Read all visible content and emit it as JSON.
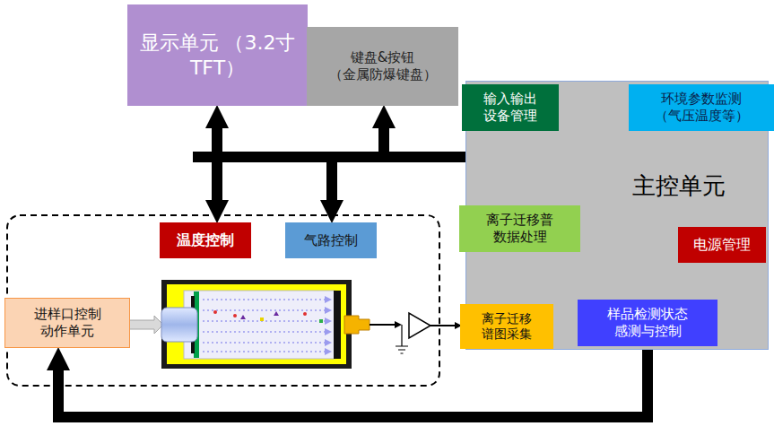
{
  "diagram": {
    "nodes": [
      {
        "text": [
          "显示单元 （3.2寸 TFT）"
        ]
      },
      {
        "text": [
          "键盘&按钮 （金属防爆键盘）"
        ]
      },
      {
        "text": [
          "主控单元"
        ]
      },
      {
        "text": [
          "输入输出 设备管理"
        ],
        "in": 2
      },
      {
        "text": [
          "环境参数监测 （气压温度等）"
        ],
        "in": 2
      },
      {
        "text": [
          "离子迁移普 数据处理"
        ],
        "in": 2
      },
      {
        "text": [
          "电源管理"
        ],
        "in": 2
      },
      {
        "text": [
          "离子迁移 谱图采集"
        ],
        "in": 2
      },
      {
        "text": [
          "样品检测状态 感测与控制"
        ],
        "in": 2
      },
      {
        "text": [
          "温度控制"
        ]
      },
      {
        "text": [
          "气路控制"
        ]
      },
      {
        "text": [
          "进样口控制 动作单元"
        ]
      }
    ],
    "edges": [
      {
        "from": 2,
        "to": 0,
        "arrow": "to"
      },
      {
        "from": 2,
        "to": 1,
        "arrow": "to"
      },
      {
        "from": 2,
        "to": 9,
        "arrow": "to"
      },
      {
        "from": 2,
        "to": 10,
        "arrow": "to"
      },
      {
        "from": 7,
        "to": 5,
        "arrow": "to"
      },
      {
        "from": 5,
        "to": 3,
        "arrow": "to"
      },
      {
        "from": 4,
        "to": 5,
        "arrow": "to"
      },
      {
        "from": 8,
        "to": 11,
        "arrow": "to"
      }
    ]
  }
}
